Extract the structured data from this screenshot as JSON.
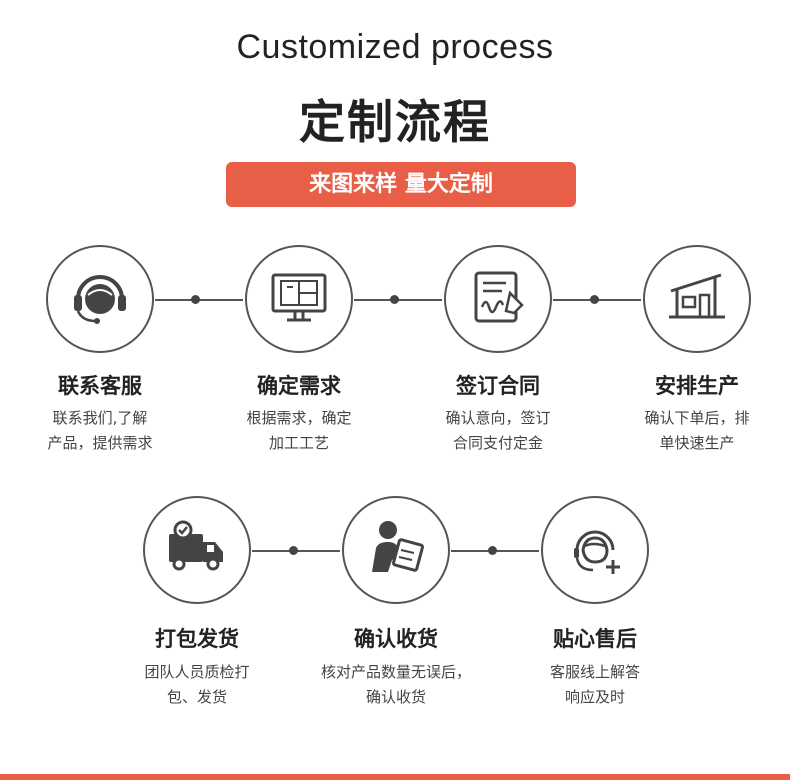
{
  "header": {
    "title_en": "Customized process",
    "title_cn": "定制流程",
    "banner": "来图来样 量大定制"
  },
  "steps": [
    {
      "icon": "headset-icon",
      "title": "联系客服",
      "desc1": "联系我们,了解",
      "desc2": "产品，提供需求"
    },
    {
      "icon": "monitor-icon",
      "title": "确定需求",
      "desc1": "根据需求，确定",
      "desc2": "加工工艺"
    },
    {
      "icon": "contract-sign-icon",
      "title": "签订合同",
      "desc1": "确认意向，签订",
      "desc2": "合同支付定金"
    },
    {
      "icon": "factory-icon",
      "title": "安排生产",
      "desc1": "确认下单后，排",
      "desc2": "单快速生产"
    },
    {
      "icon": "delivery-truck-icon",
      "title": "打包发货",
      "desc1": "团队人员质检打",
      "desc2": "包、发货"
    },
    {
      "icon": "receipt-person-icon",
      "title": "确认收货",
      "desc1": "核对产品数量无误后，",
      "desc2": "确认收货"
    },
    {
      "icon": "after-sales-agent-icon",
      "title": "贴心售后",
      "desc1": "客服线上解答",
      "desc2": "响应及时"
    }
  ],
  "colors": {
    "accent": "#e85e46",
    "icon": "#444444",
    "text": "#222222"
  }
}
